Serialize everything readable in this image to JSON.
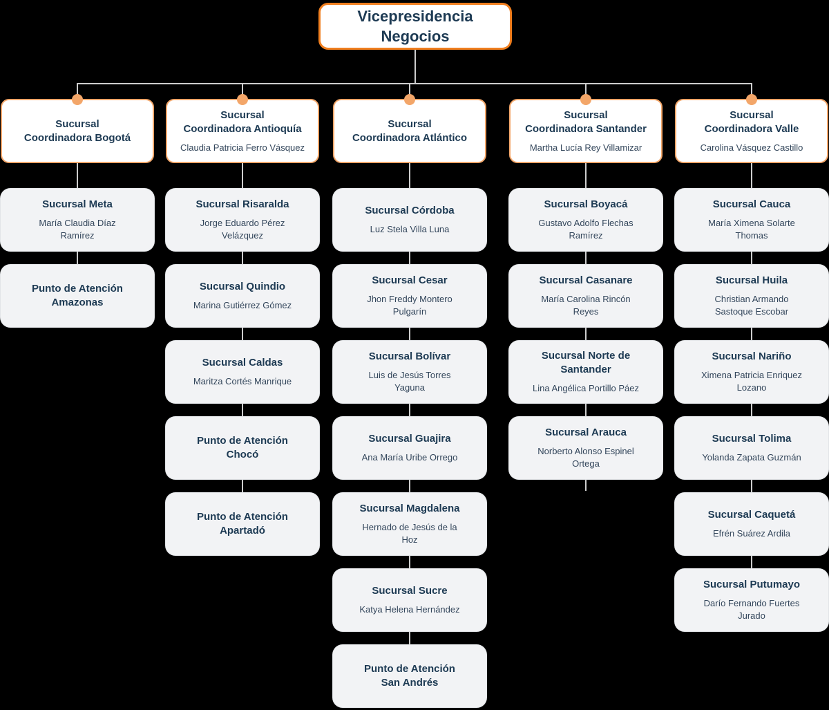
{
  "colors": {
    "accent_strong": "#F07E1E",
    "accent_soft": "#F3A669",
    "line": "#CDCDCD",
    "node_bg": "#F2F3F5",
    "title_text": "#1D3A53",
    "name_text": "#33465B"
  },
  "root": {
    "title": "Vicepresidencia\nNegocios"
  },
  "columns": [
    {
      "coordinator": {
        "title": "Sucursal\nCoordinadora Bogotá",
        "name": ""
      },
      "children": [
        {
          "title": "Sucursal  Meta",
          "name": "María Claudia Díaz\nRamírez"
        },
        {
          "title": "Punto de Atención\nAmazonas",
          "name": ""
        }
      ]
    },
    {
      "coordinator": {
        "title": "Sucursal\nCoordinadora Antioquía",
        "name": "Claudia Patricia Ferro Vásquez"
      },
      "children": [
        {
          "title": "Sucursal Risaralda",
          "name": "Jorge Eduardo Pérez\nVelázquez"
        },
        {
          "title": "Sucursal Quindio",
          "name": "Marina Gutiérrez Gómez"
        },
        {
          "title": "Sucursal Caldas",
          "name": "Maritza Cortés Manrique"
        },
        {
          "title": "Punto de Atención\nChocó",
          "name": ""
        },
        {
          "title": "Punto de Atención\nApartadó",
          "name": ""
        }
      ]
    },
    {
      "coordinator": {
        "title": "Sucursal\nCoordinadora Atlántico",
        "name": ""
      },
      "children": [
        {
          "title": "Sucursal  Córdoba",
          "name": "Luz Stela Villa Luna"
        },
        {
          "title": "Sucursal Cesar",
          "name": "Jhon Freddy Montero\nPulgarín"
        },
        {
          "title": "Sucursal Bolívar",
          "name": "Luis de Jesús Torres\nYaguna"
        },
        {
          "title": "Sucursal Guajira",
          "name": "Ana María Uribe Orrego"
        },
        {
          "title": "Sucursal Magdalena",
          "name": "Hernado de Jesús de la\nHoz"
        },
        {
          "title": "Sucursal Sucre",
          "name": "Katya Helena Hernández"
        },
        {
          "title": "Punto de Atención\nSan Andrés",
          "name": ""
        }
      ]
    },
    {
      "coordinator": {
        "title": "Sucursal\nCoordinadora Santander",
        "name": "Martha Lucía Rey Villamizar"
      },
      "children": [
        {
          "title": "Sucursal Boyacá",
          "name": "Gustavo Adolfo Flechas\nRamírez"
        },
        {
          "title": "Sucursal Casanare",
          "name": "María Carolina Rincón\nReyes"
        },
        {
          "title": "Sucursal Norte de\nSantander",
          "name": "Lina Angélica Portillo Páez"
        },
        {
          "title": "Sucursal Arauca",
          "name": "Norberto Alonso Espinel\nOrtega"
        }
      ]
    },
    {
      "coordinator": {
        "title": "Sucursal\nCoordinadora Valle",
        "name": "Carolina Vásquez Castillo"
      },
      "children": [
        {
          "title": "Sucursal Cauca",
          "name": "María Ximena Solarte\nThomas"
        },
        {
          "title": "Sucursal Huila",
          "name": "Christian Armando\nSastoque Escobar"
        },
        {
          "title": "Sucursal Nariño",
          "name": "Ximena Patricia Enriquez\nLozano"
        },
        {
          "title": "Sucursal Tolima",
          "name": "Yolanda Zapata Guzmán"
        },
        {
          "title": "Sucursal Caquetá",
          "name": "Efrén Suárez Ardila"
        },
        {
          "title": "Sucursal Putumayo",
          "name": "Darío Fernando Fuertes\nJurado"
        }
      ]
    }
  ]
}
